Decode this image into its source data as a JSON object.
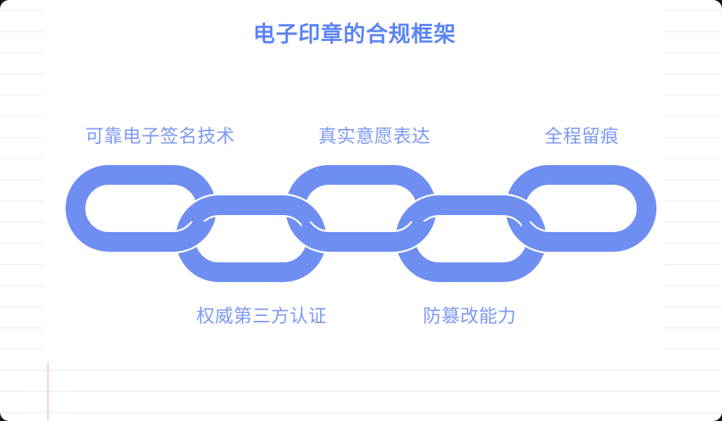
{
  "title": "电子印章的合规框架",
  "diagram": {
    "type": "chain",
    "links": [
      {
        "label": "可靠电子签名技术",
        "row": "top"
      },
      {
        "label": "权威第三方认证",
        "row": "bottom"
      },
      {
        "label": "真实意愿表达",
        "row": "top"
      },
      {
        "label": "防篡改能力",
        "row": "bottom"
      },
      {
        "label": "全程留痕",
        "row": "top"
      }
    ]
  },
  "colors": {
    "chain": "#6e8ef2",
    "halo": "#ffffff",
    "title_text": "#5b83f7",
    "label_text": "#7d99f5",
    "ruled_line": "#f3f3f4",
    "margin_line": "#f6cdcd",
    "paper": "#ffffff"
  }
}
